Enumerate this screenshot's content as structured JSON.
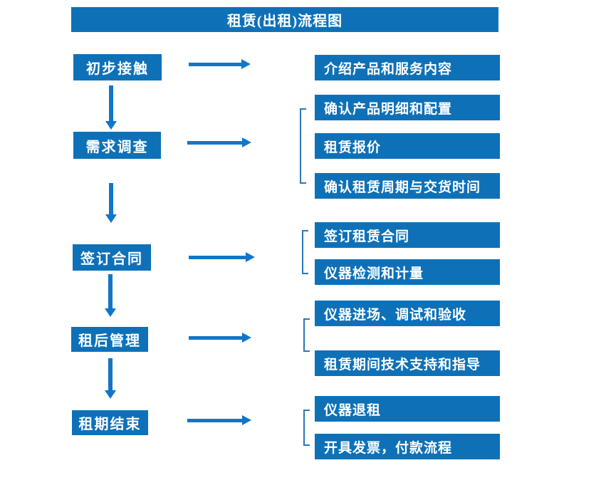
{
  "title": "租赁(出租)流程图",
  "colors": {
    "box_blue": "#0e71b8",
    "arrow_blue": "#1176c8",
    "bracket_blue": "#2e75b6",
    "text_white": "#ffffff"
  },
  "left_steps": [
    {
      "label": "初步接触"
    },
    {
      "label": "需求调查"
    },
    {
      "label": "签订合同"
    },
    {
      "label": "租后管理"
    },
    {
      "label": "租期结束"
    }
  ],
  "right_boxes": [
    {
      "label": "介绍产品和服务内容"
    },
    {
      "label": "确认产品明细和配置"
    },
    {
      "label": "租赁报价"
    },
    {
      "label": "确认租赁周期与交货时间"
    },
    {
      "label": "签订租赁合同"
    },
    {
      "label": "仪器检测和计量"
    },
    {
      "label": "仪器进场、调试和验收"
    },
    {
      "label": "租赁期间技术支持和指导"
    },
    {
      "label": "仪器退租"
    },
    {
      "label": "开具发票，付款流程"
    }
  ]
}
